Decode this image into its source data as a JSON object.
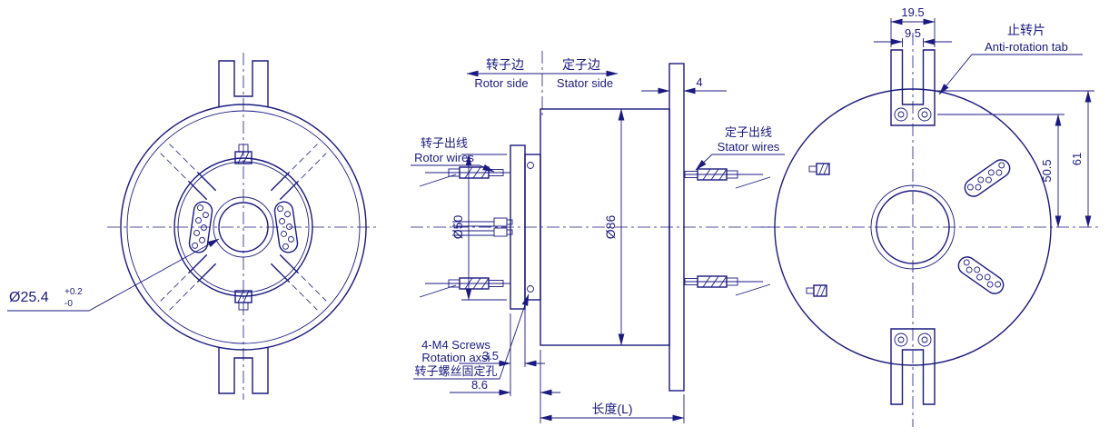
{
  "colors": {
    "line": "#1a1a80",
    "background": "#ffffff"
  },
  "front_view": {
    "bore_dim": "Ø25.4",
    "bore_tol_upper": "+0.2",
    "bore_tol_lower": "-0"
  },
  "section_view": {
    "rotor_side_cn": "转子边",
    "rotor_side_en": "Rotor side",
    "stator_side_cn": "定子边",
    "stator_side_en": "Stator side",
    "rotor_wires_cn": "转子出线",
    "rotor_wires_en": "Rotor wires",
    "stator_wires_cn": "定子出线",
    "stator_wires_en": "Stator wires",
    "screws_note_1": "4-M4 Screws",
    "screws_note_2": "Rotation axsi",
    "screws_note_3": "转子螺丝固定孔",
    "dim_rotor_od": "Ø50",
    "dim_body_od": "Ø86",
    "dim_flange_thickness": "4",
    "dim_flange_offset": "3.5",
    "dim_hub_offset": "8.6",
    "dim_length": "长度(L)"
  },
  "rear_view": {
    "tab_cn": "止转片",
    "tab_en": "Anti-rotation tab",
    "dim_tab_width": "19.5",
    "dim_tab_slot": "9.5",
    "dim_hole_offset": "50.5",
    "dim_tab_reach": "61"
  }
}
